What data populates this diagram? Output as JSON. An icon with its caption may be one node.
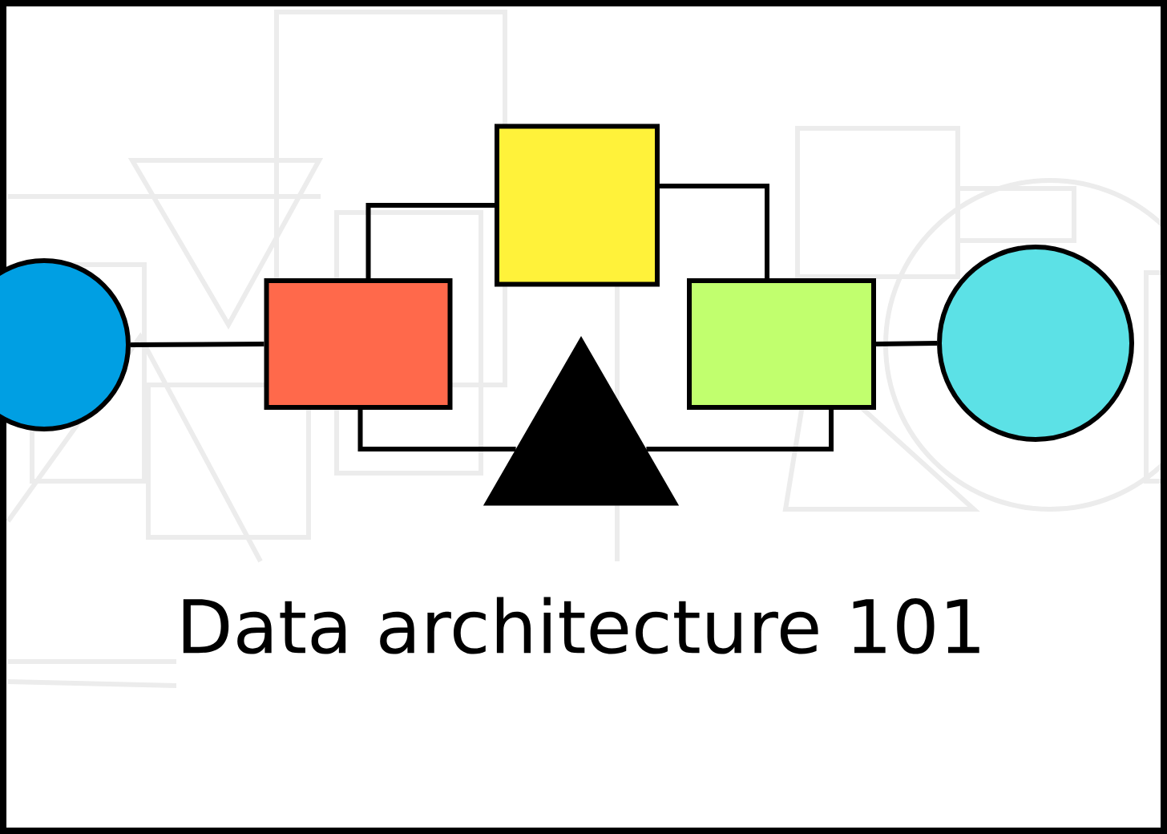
{
  "diagram": {
    "title": "Data architecture 101",
    "nodes": [
      {
        "text": [],
        "shape": "circle"
      },
      {
        "text": [],
        "shape": "box"
      },
      {
        "text": [],
        "shape": "box"
      },
      {
        "text": [],
        "shape": "triangle"
      },
      {
        "text": [],
        "shape": "box"
      },
      {
        "text": [],
        "shape": "circle"
      }
    ],
    "edges": [
      {
        "from": 0,
        "to": 1,
        "arrow": "none"
      },
      {
        "from": 1,
        "to": 2,
        "arrow": "none"
      },
      {
        "from": 2,
        "to": 4,
        "arrow": "none"
      },
      {
        "from": 1,
        "to": 3,
        "arrow": "none"
      },
      {
        "from": 3,
        "to": 4,
        "arrow": "none"
      },
      {
        "from": 4,
        "to": 5,
        "arrow": "none"
      }
    ]
  }
}
